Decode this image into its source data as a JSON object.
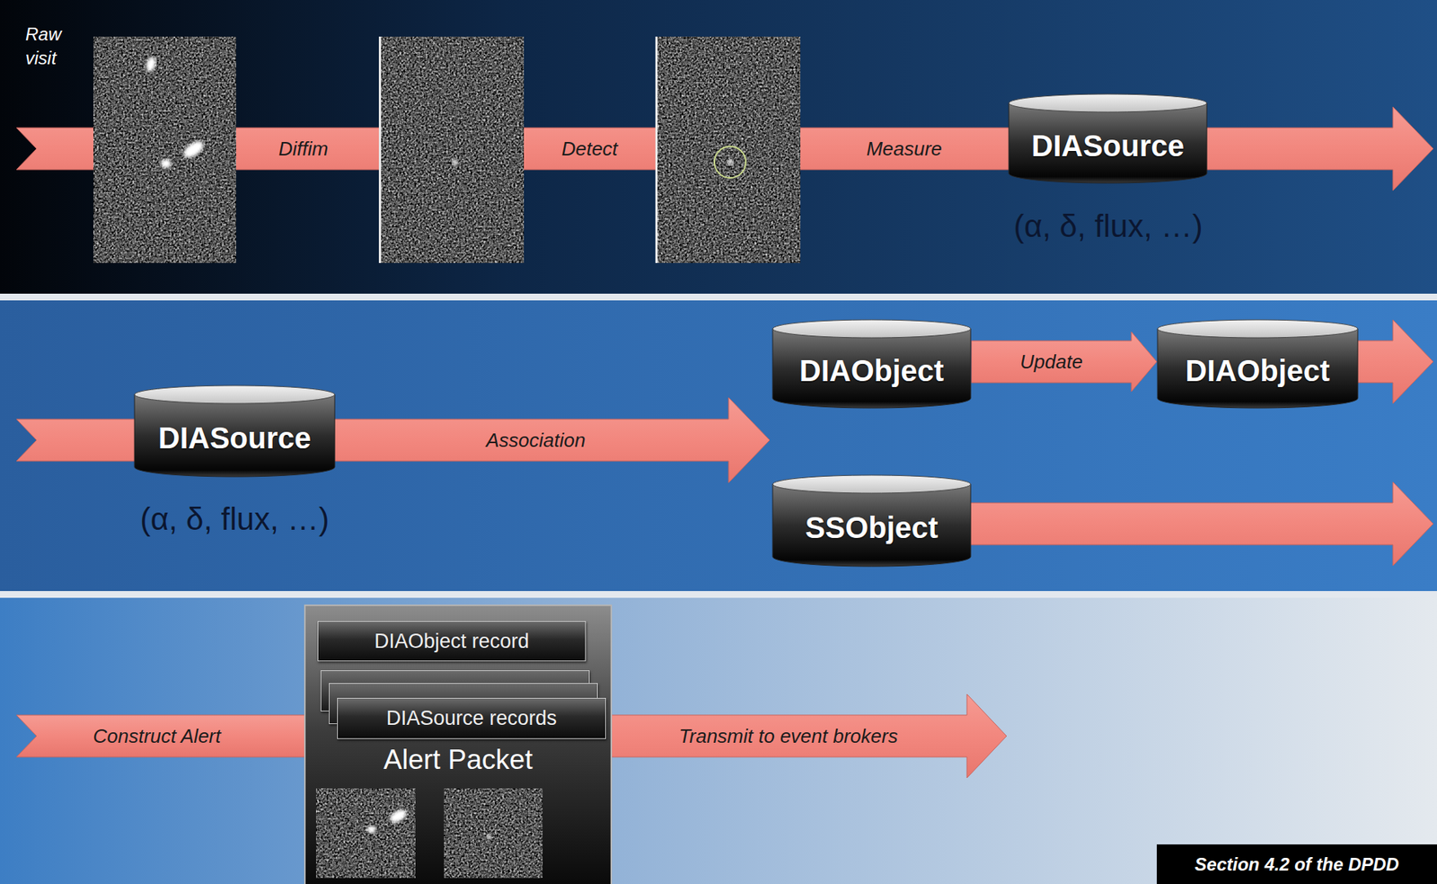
{
  "diagram": {
    "nodes": [
      {
        "text": [
          "DIASource"
        ]
      },
      {
        "text": [
          "DIASource"
        ]
      },
      {
        "text": [
          "DIAObject"
        ]
      },
      {
        "text": [
          "DIAObject"
        ]
      },
      {
        "text": [
          "SSObject"
        ]
      },
      {
        "text": [
          "Alert Packet"
        ]
      },
      {
        "text": [
          "DIAObject record"
        ],
        "in": 5
      },
      {
        "text": [
          "DIASource records"
        ],
        "in": 5
      },
      {
        "text": [
          "Section 4.2 of the DPDD"
        ]
      }
    ],
    "edges": [
      {
        "from": 2,
        "to": 3,
        "label": "Update",
        "arrow": "to"
      }
    ],
    "labels": [
      "Raw visit",
      "Diffim",
      "Detect",
      "Measure",
      "(α, δ, flux, …)",
      "Association",
      "(α, δ, flux, …)",
      "Construct Alert",
      "Transmit to event brokers"
    ]
  }
}
